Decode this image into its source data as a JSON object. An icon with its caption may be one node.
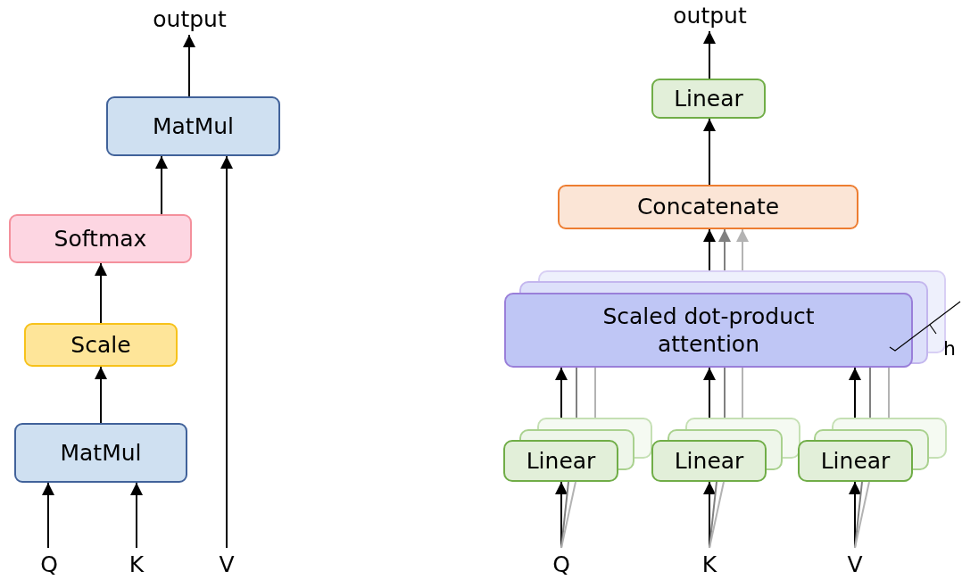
{
  "diagram": {
    "nodes": [
      {
        "text": [
          "output"
        ]
      },
      {
        "text": [
          "MatMul"
        ]
      },
      {
        "text": [
          "Softmax"
        ]
      },
      {
        "text": [
          "Scale"
        ]
      },
      {
        "text": [
          "MatMul"
        ]
      },
      {
        "text": [
          "Q"
        ]
      },
      {
        "text": [
          "K"
        ]
      },
      {
        "text": [
          "V"
        ]
      },
      {
        "text": [
          "output"
        ]
      },
      {
        "text": [
          "Linear"
        ]
      },
      {
        "text": [
          "Concatenate"
        ]
      },
      {
        "text": [
          "Scaled dot-product attention"
        ]
      },
      {
        "text": [
          "Linear"
        ]
      },
      {
        "text": [
          "Linear"
        ]
      },
      {
        "text": [
          "Linear"
        ]
      },
      {
        "text": [
          "Q"
        ]
      },
      {
        "text": [
          "K"
        ]
      },
      {
        "text": [
          "V"
        ]
      }
    ],
    "edges": [
      {
        "from": 1,
        "to": 0,
        "arrow": "to"
      },
      {
        "from": 2,
        "to": 1,
        "arrow": "to"
      },
      {
        "from": 3,
        "to": 2,
        "arrow": "to"
      },
      {
        "from": 4,
        "to": 3,
        "arrow": "to"
      },
      {
        "from": 5,
        "to": 4,
        "arrow": "to"
      },
      {
        "from": 6,
        "to": 4,
        "arrow": "to"
      },
      {
        "from": 7,
        "to": 1,
        "arrow": "to"
      },
      {
        "from": 9,
        "to": 8,
        "arrow": "to"
      },
      {
        "from": 10,
        "to": 9,
        "arrow": "to"
      },
      {
        "from": 11,
        "to": 10,
        "arrow": "to"
      },
      {
        "from": 11,
        "to": 10,
        "arrow": "to",
        "color": "#808080"
      },
      {
        "from": 11,
        "to": 10,
        "arrow": "to",
        "color": "#b3b3b3"
      },
      {
        "from": 12,
        "to": 11,
        "arrow": "to"
      },
      {
        "from": 12,
        "to": 11,
        "arrow": "none",
        "color": "#808080"
      },
      {
        "from": 12,
        "to": 11,
        "arrow": "none",
        "color": "#b3b3b3"
      },
      {
        "from": 13,
        "to": 11,
        "arrow": "to"
      },
      {
        "from": 13,
        "to": 11,
        "arrow": "none",
        "color": "#808080"
      },
      {
        "from": 13,
        "to": 11,
        "arrow": "none",
        "color": "#b3b3b3"
      },
      {
        "from": 14,
        "to": 11,
        "arrow": "to"
      },
      {
        "from": 14,
        "to": 11,
        "arrow": "none",
        "color": "#808080"
      },
      {
        "from": 14,
        "to": 11,
        "arrow": "none",
        "color": "#b3b3b3"
      },
      {
        "from": 15,
        "to": 12,
        "arrow": "to"
      },
      {
        "from": 15,
        "to": 12,
        "arrow": "none",
        "color": "#808080"
      },
      {
        "from": 15,
        "to": 12,
        "arrow": "none",
        "color": "#b3b3b3"
      },
      {
        "from": 16,
        "to": 13,
        "arrow": "to"
      },
      {
        "from": 16,
        "to": 13,
        "arrow": "none",
        "color": "#808080"
      },
      {
        "from": 16,
        "to": 13,
        "arrow": "none",
        "color": "#b3b3b3"
      },
      {
        "from": 17,
        "to": 14,
        "arrow": "to"
      },
      {
        "from": 17,
        "to": 14,
        "arrow": "none",
        "color": "#808080"
      },
      {
        "from": 17,
        "to": 14,
        "arrow": "none",
        "color": "#b3b3b3"
      }
    ],
    "labels": [
      "h"
    ]
  }
}
